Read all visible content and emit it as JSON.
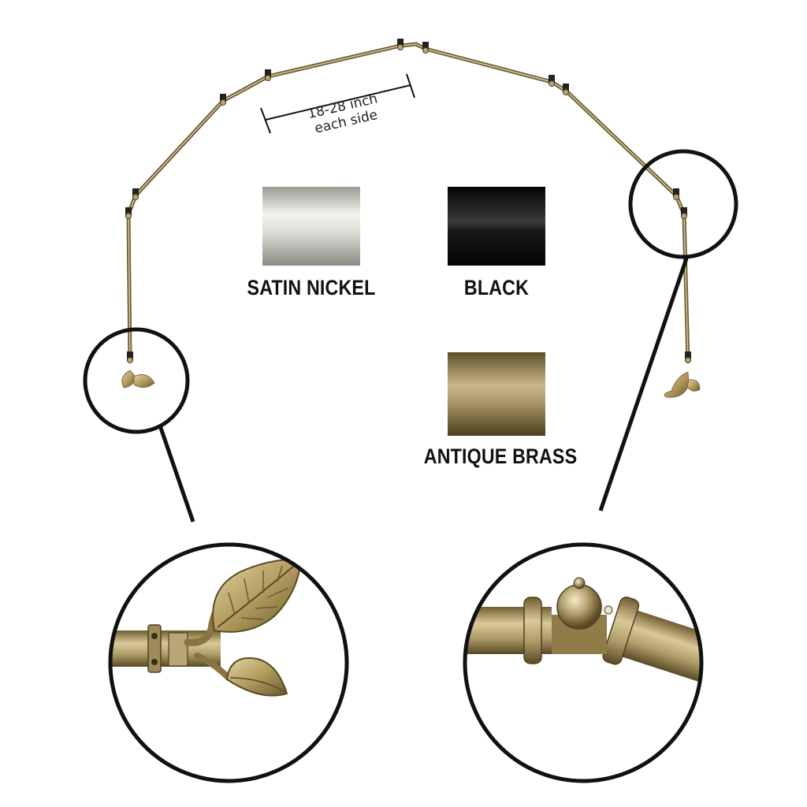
{
  "dimension": {
    "line1": "18-28 inch",
    "line2": "each side"
  },
  "finishes": [
    {
      "label": "SATIN NICKEL",
      "color": "#c9c7c0"
    },
    {
      "label": "BLACK",
      "color": "#151515"
    },
    {
      "label": "ANTIQUE BRASS",
      "color": "#8f7d4e"
    }
  ],
  "colors": {
    "rod": "#8a7a4a",
    "outline": "#111111"
  }
}
